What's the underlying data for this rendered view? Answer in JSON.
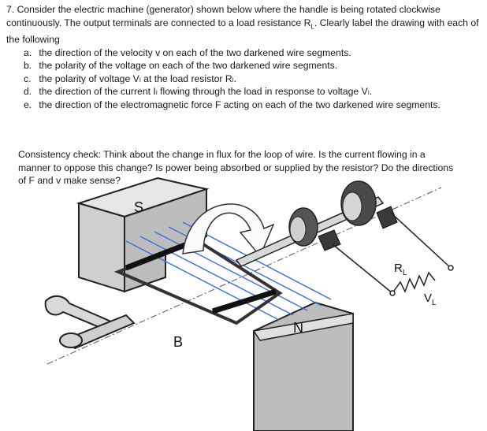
{
  "question": {
    "number": "7.",
    "intro": "Consider the electric machine (generator) shown below where the handle is being rotated clockwise continuously.  The output terminals are connected to a load resistance R",
    "intro_sub": "L",
    "intro_tail": ".  Clearly label the drawing with each of the following",
    "items": [
      {
        "label": "a.",
        "text": "the direction of the velocity v on each of the two darkened wire segments."
      },
      {
        "label": "b.",
        "text": "the polarity of the voltage on each of the two darkened wire segments."
      },
      {
        "label": "c.",
        "text": "the polarity of voltage Vₗ at the load resistor Rₗ."
      },
      {
        "label": "d.",
        "text": "the direction of the current Iₗ flowing through the load in response to voltage Vₗ."
      },
      {
        "label": "e.",
        "text": "the direction of the electromagnetic force F acting on each of the two darkened wire segments."
      }
    ]
  },
  "consistency_check": "Consistency check: Think about the change in flux for the loop of wire.  Is the current flowing in a manner to oppose this change?  Is power being absorbed or supplied by the resistor?  Do the directions of F and v make sense?",
  "figure": {
    "label_s": "S",
    "label_n": "N",
    "label_b": "B",
    "label_rl": "R",
    "label_rl_sub": "L",
    "label_vl": "V",
    "label_vl_sub": "L",
    "field_line_color": "#3b6fe0"
  }
}
